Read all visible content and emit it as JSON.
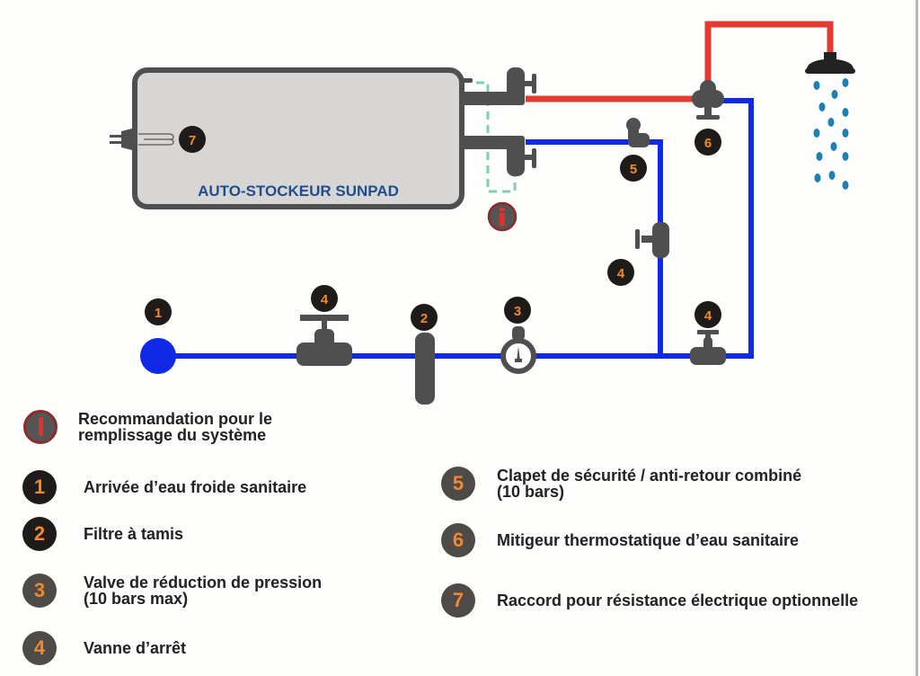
{
  "diagram": {
    "tank_label": "AUTO-STOCKEUR SUNPAD",
    "colors": {
      "hot_pipe": "#e53a2f",
      "cold_pipe": "#1028e8",
      "fitting": "#4f4f4f",
      "tank_fill": "#d8d6d4",
      "tank_border": "#4f4f4f",
      "tank_label": "#1f4e8c",
      "badge_bg": "#1e1b1a",
      "badge_text": "#f08a2c",
      "water_drops": "#1d7fb2",
      "fill_path_dashed": "#7ecfb6"
    },
    "badges": {
      "b7": "7",
      "b5": "5",
      "b6": "6",
      "b4_vertical": "4",
      "b1": "1",
      "b4_main": "4",
      "b2": "2",
      "b3": "3",
      "b4_right": "4"
    }
  },
  "legend": {
    "info": {
      "icon": "info-icon",
      "line1": "Recommandation pour le",
      "line2": "remplissage du système"
    },
    "items": [
      {
        "number": "1",
        "line1": "Arrivée d’eau froide sanitaire",
        "line2": ""
      },
      {
        "number": "2",
        "line1": "Filtre à tamis",
        "line2": ""
      },
      {
        "number": "3",
        "line1": "Valve de réduction de pression",
        "line2": "(10 bars max)"
      },
      {
        "number": "4",
        "line1": "Vanne d’arrêt",
        "line2": ""
      },
      {
        "number": "5",
        "line1": "Clapet de sécurité / anti-retour combiné",
        "line2": "(10 bars)"
      },
      {
        "number": "6",
        "line1": "Mitigeur thermostatique d’eau sanitaire",
        "line2": ""
      },
      {
        "number": "7",
        "line1": "Raccord pour résistance électrique optionnelle",
        "line2": ""
      }
    ]
  }
}
